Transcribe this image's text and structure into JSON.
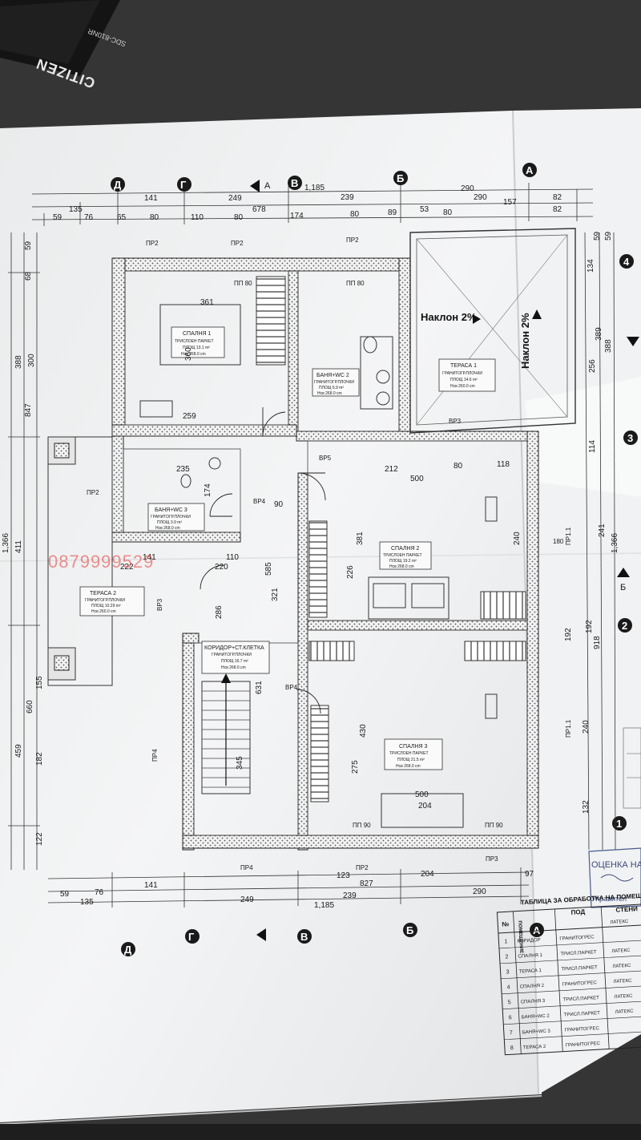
{
  "calculator": {
    "brand": "CITIZEN",
    "model": "SDC-810NR"
  },
  "axes": {
    "letters": [
      "Д",
      "Г",
      "В",
      "Б",
      "А"
    ],
    "numbers": [
      "4",
      "3",
      "2",
      "1"
    ],
    "section_marks": [
      "A",
      "Б"
    ]
  },
  "top_dimensions": {
    "row1": [
      "135",
      "141",
      "249",
      "678",
      "1,185",
      "239",
      "290",
      "82",
      "82"
    ],
    "row2": [
      "59",
      "76",
      "65",
      "80",
      "110",
      "80",
      "174",
      "80",
      "89",
      "53",
      "80",
      "290",
      "157"
    ]
  },
  "bottom_dimensions": {
    "row1": [
      "123",
      "827",
      "204",
      "97"
    ],
    "row2": [
      "59",
      "76",
      "141",
      "249",
      "239",
      "290"
    ],
    "row3": [
      "135",
      "1,185"
    ]
  },
  "side_dimensions": {
    "left": [
      "59",
      "68",
      "388",
      "300",
      "847",
      "1,366",
      "411",
      "660",
      "459",
      "182",
      "122",
      "155"
    ],
    "right": [
      "59",
      "59",
      "134",
      "388",
      "389",
      "256",
      "114",
      "241",
      "1,366",
      "918",
      "192",
      "240",
      "132"
    ]
  },
  "rooms": {
    "bedroom1": {
      "name": "СПАЛНЯ 1",
      "floor": "ТРИСЛОЕН ПАРКЕТ",
      "area": "ПЛОЩ 13.1 m²",
      "height": "Нсв 268.0 cm",
      "w": "361",
      "h": "360"
    },
    "bath2": {
      "name": "БАНЯ+WC 2",
      "floor": "ГРАНИТОГР.ПЛОЧКИ",
      "area": "ПЛОЩ 6.9 m²",
      "height": "Нсв 268.0 cm"
    },
    "terrace1": {
      "name": "ТЕРАСА 1",
      "floor": "ГРАНИТОГР.ПЛОЧКИ",
      "area": "ПЛОЩ 14.6 m²",
      "height": "Нсв 260.0 cm"
    },
    "bath3": {
      "name": "БАНЯ+WC 3",
      "floor": "ГРАНИТОГР.ПЛОЧКИ",
      "area": "ПЛОЩ 3.9 m²",
      "height": "Нсв 268.0 cm"
    },
    "bedroom2": {
      "name": "СПАЛНЯ 2",
      "floor": "ТРИСЛОЕН ПАРКЕТ",
      "area": "ПЛОЩ 19.2 m²",
      "height": "Нсв 268.0 cm"
    },
    "terrace2": {
      "name": "ТЕРАСА 2",
      "floor": "ГРАНИТОГР.ПЛОЧКИ",
      "area": "ПЛОЩ 10.29 m²",
      "height": "Нсв 260.0 cm"
    },
    "corridor": {
      "name": "КОРИДОР+СТ.КЛЕТКА",
      "floor": "ГРАНИТОГР.ПЛОЧКИ",
      "area": "ПЛОЩ 16.7 m²",
      "height": "Нсв 268.0 cm"
    },
    "bedroom3": {
      "name": "СПАЛНЯ 3",
      "floor": "ТРИСЛОЕН ПАРКЕТ",
      "area": "ПЛОЩ 21.5 m²",
      "height": "Нсв 268.0 cm"
    }
  },
  "slopes": [
    "Наклон 2%",
    "Наклон 2%"
  ],
  "openings": [
    "ПР2",
    "ПР2",
    "ПР2",
    "ПР2",
    "ПП 80",
    "ПП 80",
    "ВР3",
    "ВР5",
    "ВР4",
    "ВР3",
    "ВР4",
    "ПР4",
    "ПП 90",
    "ПП 90",
    "ПР2",
    "ПР3",
    "ПР1.1",
    "ПР1.1",
    "ПР4"
  ],
  "inner_dims": [
    "259",
    "212",
    "500",
    "118",
    "381",
    "226",
    "240",
    "180",
    "192",
    "430",
    "275",
    "204",
    "500",
    "345",
    "631",
    "286",
    "585",
    "321",
    "235",
    "222",
    "141",
    "110",
    "220",
    "80",
    "90",
    "174"
  ],
  "phone_watermark": "0879999529",
  "stamp": {
    "title": "ОЦЕНКА НА",
    "line": "Управител"
  },
  "finish_table": {
    "title": "ТАБЛИЦА ЗА ОБРАБОТКА НА ПОМЕЩЕНИЯТА",
    "headers": [
      "№",
      "ПОМЕЩЕНИЕ",
      "ПОД",
      "СТЕНИ"
    ],
    "rows": [
      [
        "1",
        "КОРИДОР",
        "ГРАНИТОГРЕС",
        "ЛАТЕКС"
      ],
      [
        "2",
        "СПАЛНЯ 1",
        "ТРИСЛ.ПАРКЕТ",
        "ЛАТЕКС"
      ],
      [
        "3",
        "ТЕРАСА 1",
        "ТРИСЛ.ПАРКЕТ",
        "ЛАТЕКС"
      ],
      [
        "4",
        "СПАЛНЯ 2",
        "ГРАНИТОГРЕС",
        "ЛАТЕКС"
      ],
      [
        "5",
        "СПАЛНЯ 3",
        "ТРИСЛ.ПАРКЕТ",
        "ЛАТЕКС"
      ],
      [
        "6",
        "БАНЯ+WC 2",
        "ТРИСЛ.ПАРКЕТ",
        "ЛАТЕКС"
      ],
      [
        "7",
        "БАНЯ+WC 3",
        "ГРАНИТОГРЕС",
        ""
      ],
      [
        "8",
        "ТЕРАСА 2",
        "ГРАНИТОГРЕС",
        ""
      ]
    ]
  }
}
